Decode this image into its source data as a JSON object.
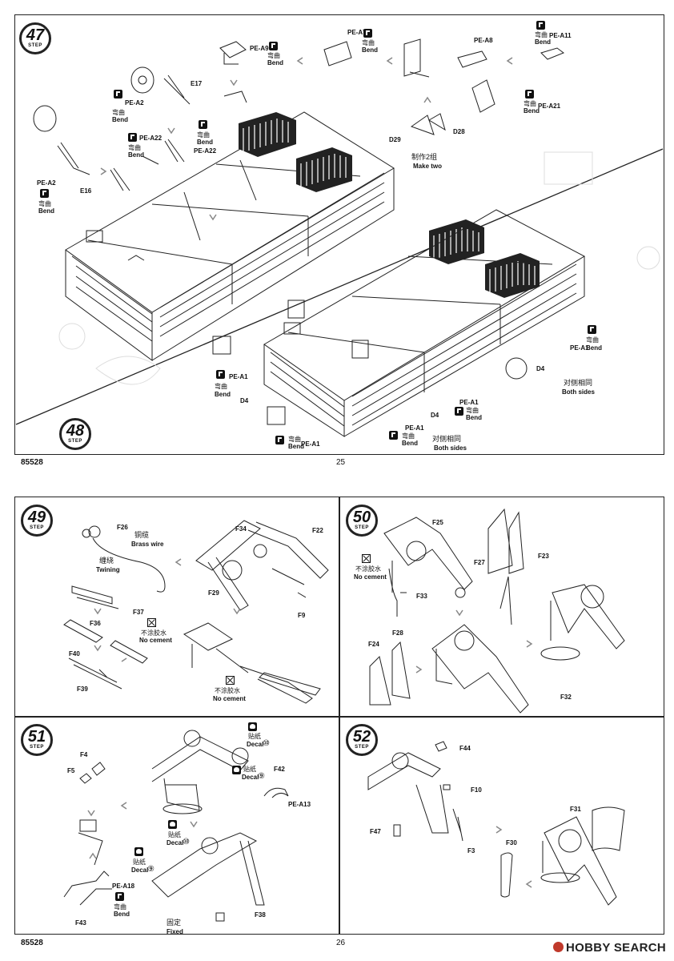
{
  "top_page": {
    "code": "85528",
    "page_number": "25",
    "step_a": {
      "number": "47",
      "word": "STEP"
    },
    "step_b": {
      "number": "48",
      "word": "STEP"
    },
    "parts": {
      "pe_a9": "PE-A9",
      "pe_a7": "PE-A7",
      "pe_a8": "PE-A8",
      "pe_a11": "PE-A11",
      "pe_a21": "PE-A21",
      "pe_a2_1": "PE-A2",
      "pe_a2_2": "PE-A2",
      "pe_a22_1": "PE-A22",
      "pe_a22_2": "PE-A22",
      "e17": "E17",
      "e16": "E16",
      "d29": "D29",
      "d28": "D28",
      "pe_a1_1": "PE-A1",
      "pe_a1_2": "PE-A1",
      "pe_a1_3": "PE-A1",
      "pe_a1_4": "PE-A1",
      "pe_a1_5": "PE-A1",
      "d4_1": "D4",
      "d4_2": "D4",
      "d4_3": "D4"
    },
    "bend_cn": "弯曲",
    "bend_en": "Bend",
    "make_two_cn": "制作2组",
    "make_two_en": "Make two",
    "both_sides_cn": "对侧相同",
    "both_sides_en": "Both sides"
  },
  "bottom_page": {
    "code": "85528",
    "page_number": "26",
    "steps": {
      "s49": "49",
      "s50": "50",
      "s51": "51",
      "s52": "52",
      "word": "STEP"
    },
    "step49": {
      "f26": "F26",
      "copper_cn": "铜缆",
      "copper_en": "Brass wire",
      "twine_cn": "缠绕",
      "twine_en": "Twining",
      "f22": "F22",
      "f34": "F34",
      "f29": "F29",
      "f9": "F9",
      "f37": "F37",
      "f36": "F36",
      "f40": "F40",
      "f39": "F39",
      "nocement_cn": "不涂胶水",
      "nocement_en": "No cement"
    },
    "step50": {
      "f25": "F25",
      "f27": "F27",
      "f23": "F23",
      "f33": "F33",
      "f24": "F24",
      "f28": "F28",
      "f32": "F32",
      "nocement_cn": "不涂胶水",
      "nocement_en": "No cement"
    },
    "step51": {
      "f4": "F4",
      "f5": "F5",
      "f42": "F42",
      "pe_a13": "PE-A13",
      "pe_a18": "PE-A18",
      "f43": "F43",
      "f38": "F38",
      "decal_cn": "贴纸",
      "decal_en": "Decal",
      "decal_10": "⑩",
      "decal_9": "⑨",
      "fixed_cn": "固定",
      "fixed_en": "Fixed",
      "bend_cn": "弯曲",
      "bend_en": "Bend"
    },
    "step52": {
      "f44": "F44",
      "f10": "F10",
      "f31": "F31",
      "f47": "F47",
      "f3": "F3",
      "f30": "F30"
    },
    "watermark": "HOBBY SEARCH"
  }
}
